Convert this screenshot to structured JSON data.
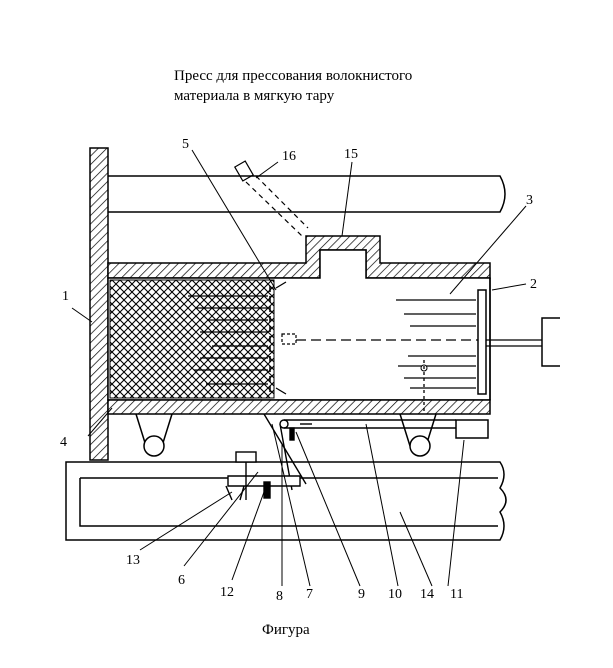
{
  "title": "Пресс для прессования волокнистого\nматериала в мягкую тару",
  "caption": "Фигура",
  "labels": {
    "l1": "1",
    "l2": "2",
    "l3": "3",
    "l4": "4",
    "l5": "5",
    "l6": "6",
    "l7": "7",
    "l8": "8",
    "l9": "9",
    "l10": "10",
    "l11": "11",
    "l12": "12",
    "l13": "13",
    "l14": "14",
    "l15": "15",
    "l16": "16"
  }
}
